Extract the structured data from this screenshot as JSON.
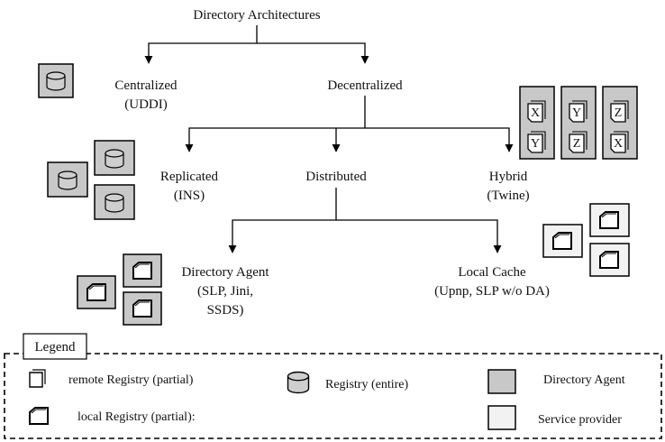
{
  "diagram": {
    "title": "Directory Architectures",
    "nodes": {
      "centralized": [
        "Centralized",
        "(UDDI)"
      ],
      "decentralized": [
        "Decentralized"
      ],
      "replicated": [
        "Replicated",
        "(INS)"
      ],
      "distributed": [
        "Distributed"
      ],
      "hybrid": [
        "Hybrid",
        "(Twine)"
      ],
      "directory_agent": [
        "Directory Agent",
        "(SLP, Jini,",
        "SSDS)"
      ],
      "local_cache": [
        "Local Cache",
        "(Upnp, SLP w/o DA)"
      ]
    },
    "hybrid_letters": [
      "X",
      "Y",
      "Y",
      "Z",
      "Z",
      "X"
    ]
  },
  "legend": {
    "title": "Legend",
    "items": {
      "remote_registry": "remote Registry (partial)",
      "registry_entire": "Registry (entire)",
      "directory_agent": "Directory Agent",
      "local_registry": "local Registry (partial):",
      "service_provider": "Service provider"
    }
  },
  "colors": {
    "directory_agent_fill": "#c8c8c8",
    "service_provider_fill": "#f2f2f2",
    "registry_fill": "#cfcfcf",
    "line": "#000000"
  }
}
